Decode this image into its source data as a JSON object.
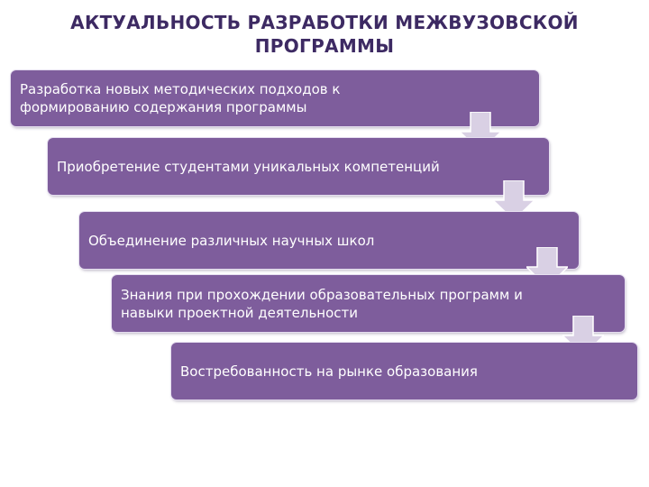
{
  "title": {
    "line1": "АКТУАЛЬНОСТЬ РАЗРАБОТКИ МЕЖВУЗОВСКОЙ",
    "line2": "ПРОГРАММЫ"
  },
  "steps": [
    {
      "text": "Разработка новых методических подходов к формированию содержания программы"
    },
    {
      "text": "Приобретение студентами уникальных компетенций"
    },
    {
      "text": "Объединение различных научных школ"
    },
    {
      "text": "Знания при прохождении образовательных программ и навыки проектной деятельности"
    },
    {
      "text": "Востребованность на рынке образования"
    }
  ],
  "colors": {
    "box": "#7e5d9c",
    "arrow": "#d9d0e4",
    "title": "#3d2a63"
  },
  "icons": {
    "connector": "down-arrow-icon"
  }
}
